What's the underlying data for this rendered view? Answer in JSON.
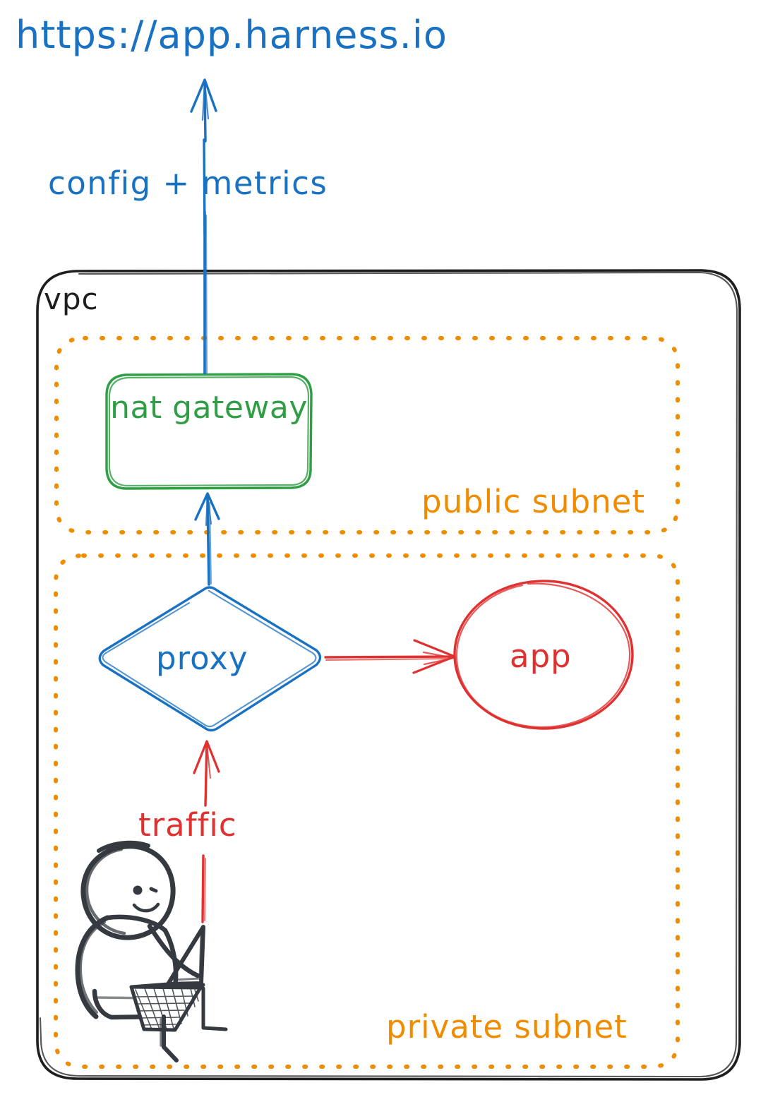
{
  "diagram": {
    "title": "https://app.harness.io",
    "style": "hand-drawn architecture sketch",
    "background_color": "#ffffff"
  },
  "colors": {
    "blue": "#1971c2",
    "green": "#2f9e44",
    "orange": "#f08c00",
    "red": "#e03131",
    "black": "#1e1e1e",
    "charcoal": "#343a40"
  },
  "labels": {
    "endpoint_url": "https://app.harness.io",
    "config_metrics": "config + metrics",
    "vpc": "vpc",
    "nat_gateway": "nat gateway",
    "public_subnet": "public subnet",
    "proxy": "proxy",
    "app": "app",
    "traffic": "traffic",
    "private_subnet": "private subnet"
  },
  "containers": [
    {
      "id": "vpc",
      "label": "vpc",
      "shape": "rounded-rectangle",
      "stroke": "#1e1e1e",
      "stroke_style": "solid"
    },
    {
      "id": "public-subnet",
      "label": "public subnet",
      "shape": "rounded-rectangle",
      "stroke": "#f08c00",
      "stroke_style": "dotted"
    },
    {
      "id": "private-subnet",
      "label": "private subnet",
      "shape": "rounded-rectangle",
      "stroke": "#f08c00",
      "stroke_style": "dotted"
    }
  ],
  "nodes": [
    {
      "id": "nat-gateway",
      "label": "nat gateway",
      "shape": "rounded-rectangle",
      "color": "#2f9e44",
      "container": "public-subnet"
    },
    {
      "id": "proxy",
      "label": "proxy",
      "shape": "diamond",
      "color": "#1971c2",
      "container": "private-subnet"
    },
    {
      "id": "app",
      "label": "app",
      "shape": "ellipse",
      "color": "#e03131",
      "container": "private-subnet"
    },
    {
      "id": "user",
      "label": "",
      "shape": "person-with-laptop",
      "color": "#343a40",
      "container": "private-subnet"
    }
  ],
  "edges": [
    {
      "id": "natgw-to-internet",
      "from": "nat-gateway",
      "to": "https://app.harness.io",
      "label": "config + metrics",
      "color": "#1971c2",
      "arrowhead": "end"
    },
    {
      "id": "proxy-to-natgw",
      "from": "proxy",
      "to": "nat-gateway",
      "label": "",
      "color": "#1971c2",
      "arrowhead": "end"
    },
    {
      "id": "proxy-to-app",
      "from": "proxy",
      "to": "app",
      "label": "",
      "color": "#e03131",
      "arrowhead": "end"
    },
    {
      "id": "user-to-proxy",
      "from": "user",
      "to": "proxy",
      "label": "traffic",
      "color": "#e03131",
      "arrowhead": "end"
    }
  ]
}
